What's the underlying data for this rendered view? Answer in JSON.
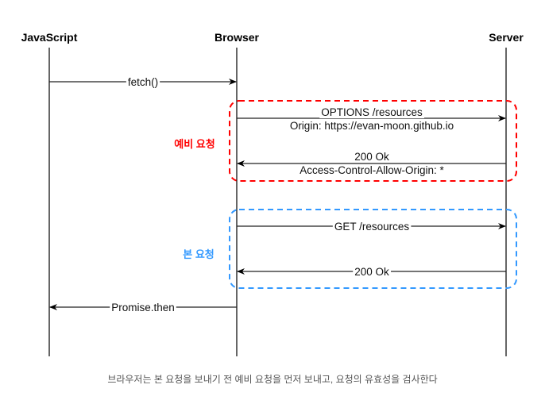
{
  "participants": {
    "javascript": "JavaScript",
    "browser": "Browser",
    "server": "Server"
  },
  "messages": {
    "fetch": "fetch()",
    "options_line1": "OPTIONS /resources",
    "options_line2": "Origin: https://evan-moon.github.io",
    "preflight_response_line1": "200 Ok",
    "preflight_response_line2": "Access-Control-Allow-Origin: *",
    "get": "GET /resources",
    "get_response": "200 Ok",
    "promise_then": "Promise.then"
  },
  "groups": {
    "preflight": {
      "label": "예비 요청",
      "color": "#ff0000"
    },
    "main": {
      "label": "본 요청",
      "color": "#3399ff"
    }
  },
  "caption": "브라우저는 본 요청을 보내기 전 예비 요청을 먼저 보내고, 요청의 유효성을 검사한다"
}
